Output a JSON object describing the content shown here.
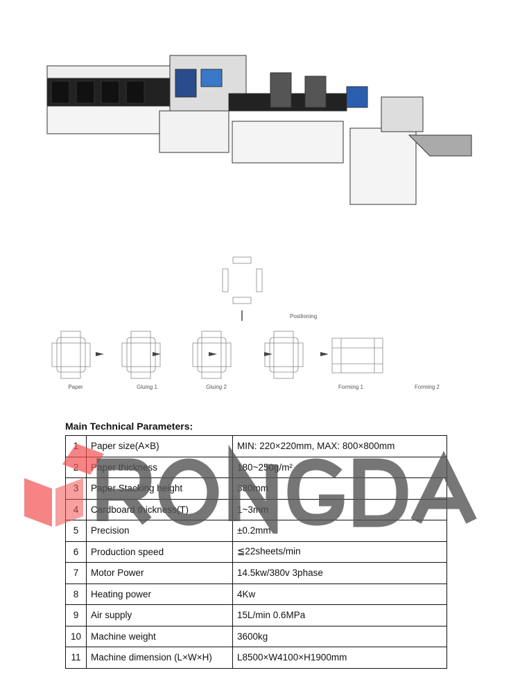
{
  "diagram": {
    "positioning": "Positioning",
    "steps": [
      "Paper",
      "Gluing 1",
      "Gluing 2",
      "Forming 1",
      "Forming 2"
    ]
  },
  "params": {
    "title": "Main Technical Parameters:",
    "rows": [
      {
        "n": "1",
        "name": "Paper size(A×B)",
        "value": "MIN: 220×220mm, MAX: 800×800mm"
      },
      {
        "n": "2",
        "name": "Paper thickness",
        "value": "180~250g/m²"
      },
      {
        "n": "3",
        "name": "Paper Stacking height",
        "value": "380mm"
      },
      {
        "n": "4",
        "name": "Cardboard thickness(T)",
        "value": "1~3mm"
      },
      {
        "n": "5",
        "name": "Precision",
        "value": "±0.2mm"
      },
      {
        "n": "6",
        "name": "Production speed",
        "value": "≦22sheets/min"
      },
      {
        "n": "7",
        "name": "Motor Power",
        "value": "14.5kw/380v 3phase"
      },
      {
        "n": "8",
        "name": "Heating power",
        "value": "4Kw"
      },
      {
        "n": "9",
        "name": "Air supply",
        "value": "15L/min 0.6MPa"
      },
      {
        "n": "10",
        "name": "Machine weight",
        "value": "3600kg"
      },
      {
        "n": "11",
        "name": "Machine dimension (L×W×H)",
        "value": "L8500×W4100×H1900mm"
      }
    ]
  },
  "watermark": "RONGDA"
}
